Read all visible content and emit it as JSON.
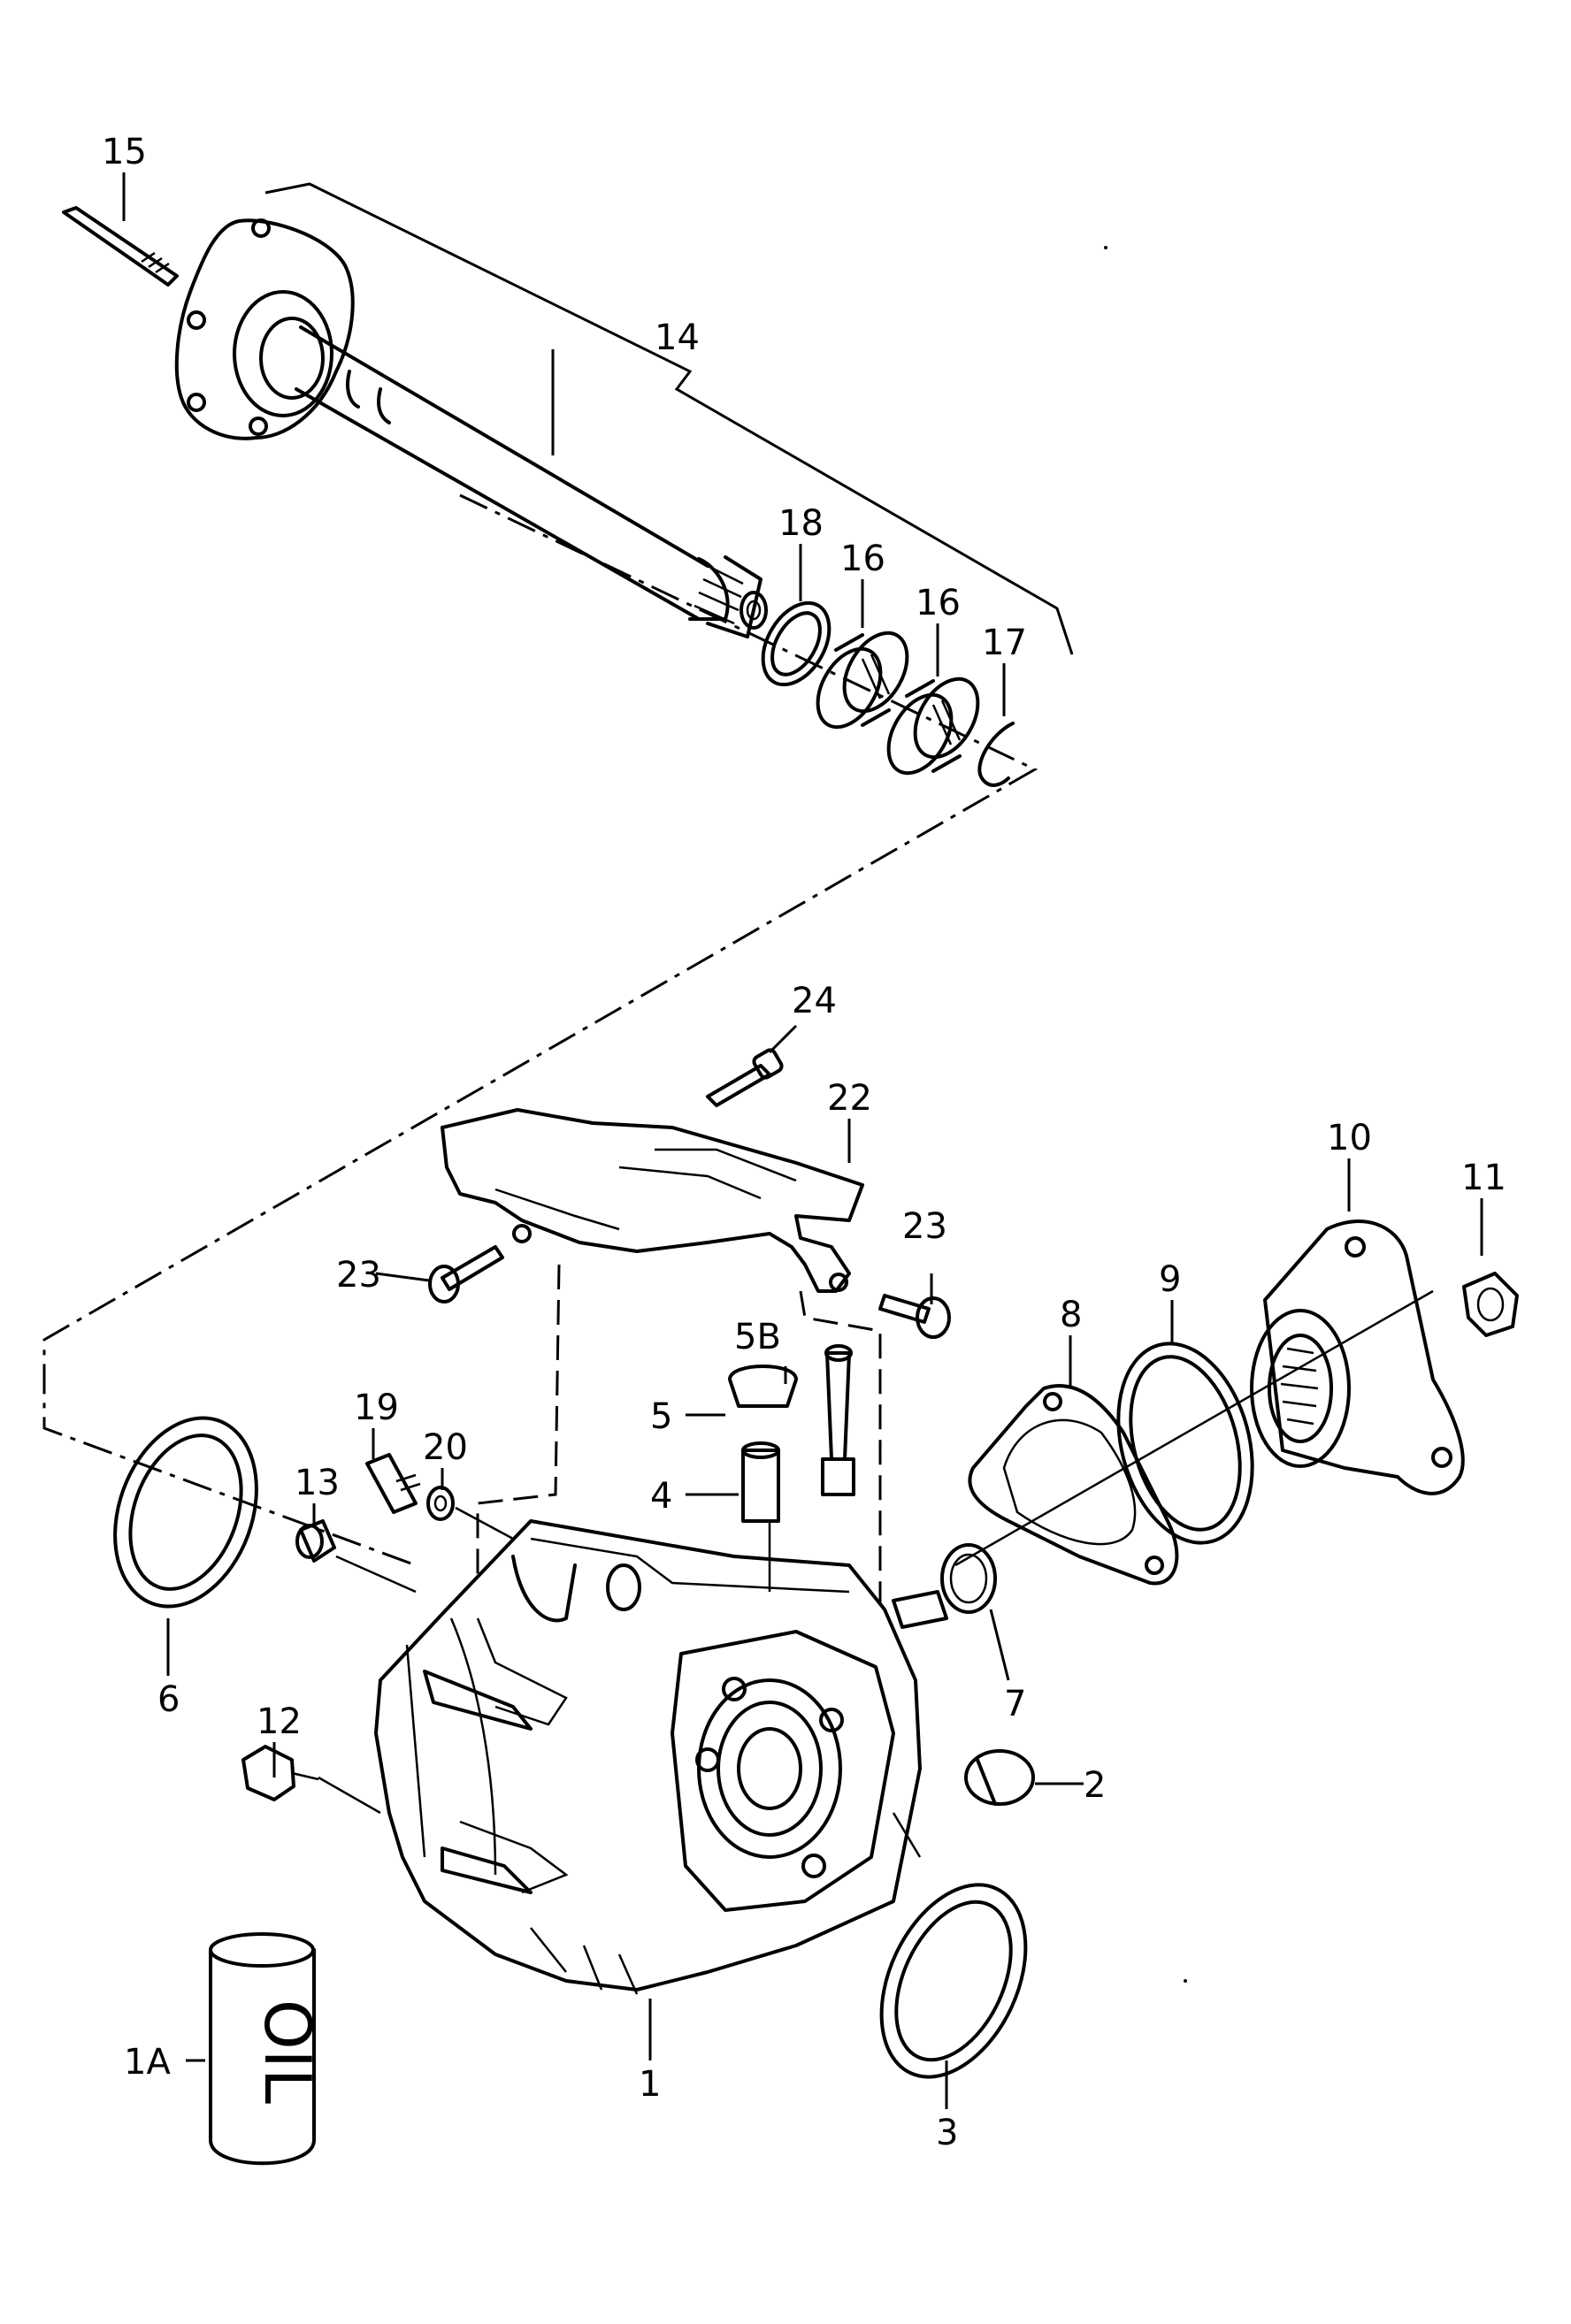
{
  "labels": {
    "p15": "15",
    "p14": "14",
    "p18": "18",
    "p16a": "16",
    "p16b": "16",
    "p17": "17",
    "p24": "24",
    "p22": "22",
    "p10": "10",
    "p11": "11",
    "p23a": "23",
    "p23b": "23",
    "p8": "8",
    "p9": "9",
    "p5B": "5B",
    "p5": "5",
    "p19": "19",
    "p20": "20",
    "p4": "4",
    "p13": "13",
    "p6": "6",
    "p7": "7",
    "p12": "12",
    "p2": "2",
    "p1A": "1A",
    "p1": "1",
    "p3": "3"
  },
  "can_text": "OIL"
}
